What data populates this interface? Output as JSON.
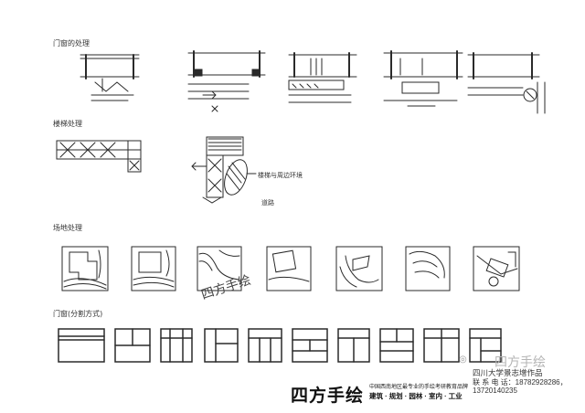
{
  "labels": {
    "section1": "门窗的处理",
    "section2": "楼梯处理",
    "stair_note": "楼梯与周边环境",
    "stair_small": "道路",
    "section3": "场地处理",
    "section4": "门窗(分割方式)",
    "stamp": "四方手绘"
  },
  "footer": {
    "brand": "四方手绘",
    "slogan": "中国西南地区最专业的手绘考研教育品牌",
    "services": "建筑 · 规划 · 园林 · 室内 · 工业"
  },
  "watermark": {
    "logo": "◎",
    "text": "四方手绘",
    "author": "四川大学景志增作品",
    "phone_label": "联 系 电 话：",
    "phone1": "18782928286，",
    "phone2": "13720140235"
  },
  "colors": {
    "ink": "#2a2a2a",
    "paper": "#ffffff"
  }
}
